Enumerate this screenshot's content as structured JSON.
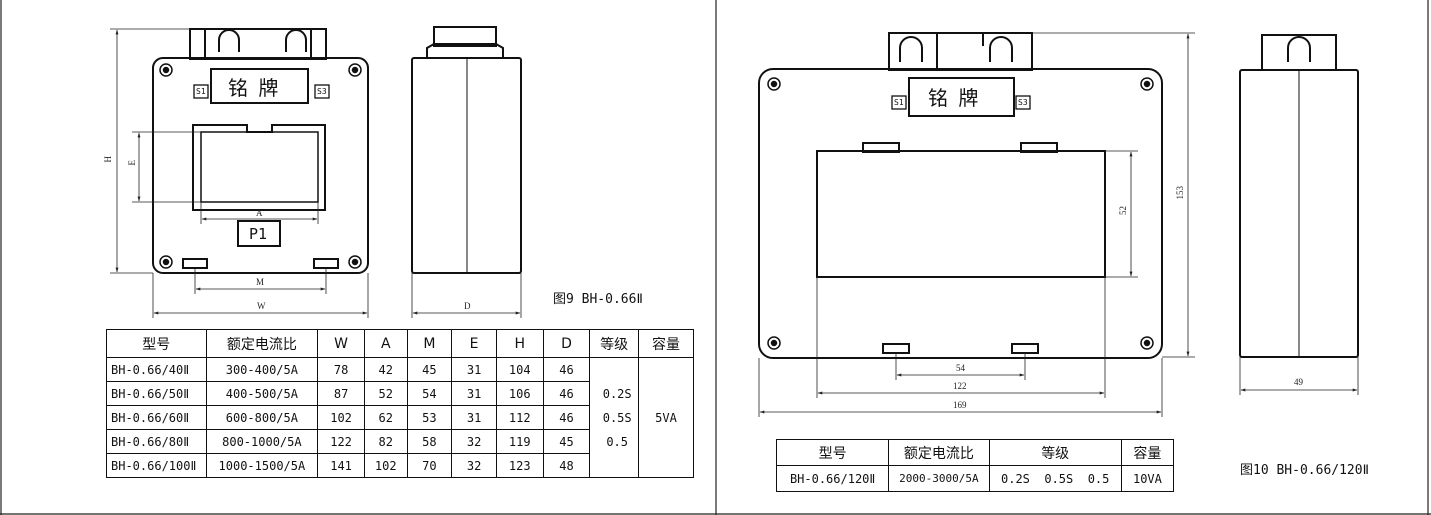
{
  "fig9": {
    "caption": "图9 BH-0.66Ⅱ",
    "nameplate": "铭  牌",
    "p1": "P1",
    "s1": "S1",
    "s3": "S3",
    "dims": {
      "H": "H",
      "E": "E",
      "A": "A",
      "M": "M",
      "W": "W",
      "D": "D"
    },
    "table": {
      "headers": [
        "型号",
        "额定电流比",
        "W",
        "A",
        "M",
        "E",
        "H",
        "D",
        "等级",
        "容量"
      ],
      "rows": [
        [
          "BH-0.66/40Ⅱ",
          "300-400/5A",
          "78",
          "42",
          "45",
          "31",
          "104",
          "46"
        ],
        [
          "BH-0.66/50Ⅱ",
          "400-500/5A",
          "87",
          "52",
          "54",
          "31",
          "106",
          "46"
        ],
        [
          "BH-0.66/60Ⅱ",
          "600-800/5A",
          "102",
          "62",
          "53",
          "31",
          "112",
          "46"
        ],
        [
          "BH-0.66/80Ⅱ",
          "800-1000/5A",
          "122",
          "82",
          "58",
          "32",
          "119",
          "45"
        ],
        [
          "BH-0.66/100Ⅱ",
          "1000-1500/5A",
          "141",
          "102",
          "70",
          "32",
          "123",
          "48"
        ]
      ],
      "grades": [
        "0.2S",
        "0.5S",
        "0.5"
      ],
      "capacity": "5VA"
    }
  },
  "fig10": {
    "caption": "图10 BH-0.66/120Ⅱ",
    "nameplate": "铭  牌",
    "s1": "S1",
    "s3": "S3",
    "dims": {
      "d153": "153",
      "d52": "52",
      "d54": "54",
      "d122": "122",
      "d169": "169",
      "d49": "49"
    },
    "table": {
      "headers": [
        "型号",
        "额定电流比",
        "等级",
        "容量"
      ],
      "row": {
        "model": "BH-0.66/120Ⅱ",
        "ratio": "2000-3000/5A",
        "grade": "0.2S  0.5S  0.5",
        "capacity": "10VA"
      }
    }
  }
}
